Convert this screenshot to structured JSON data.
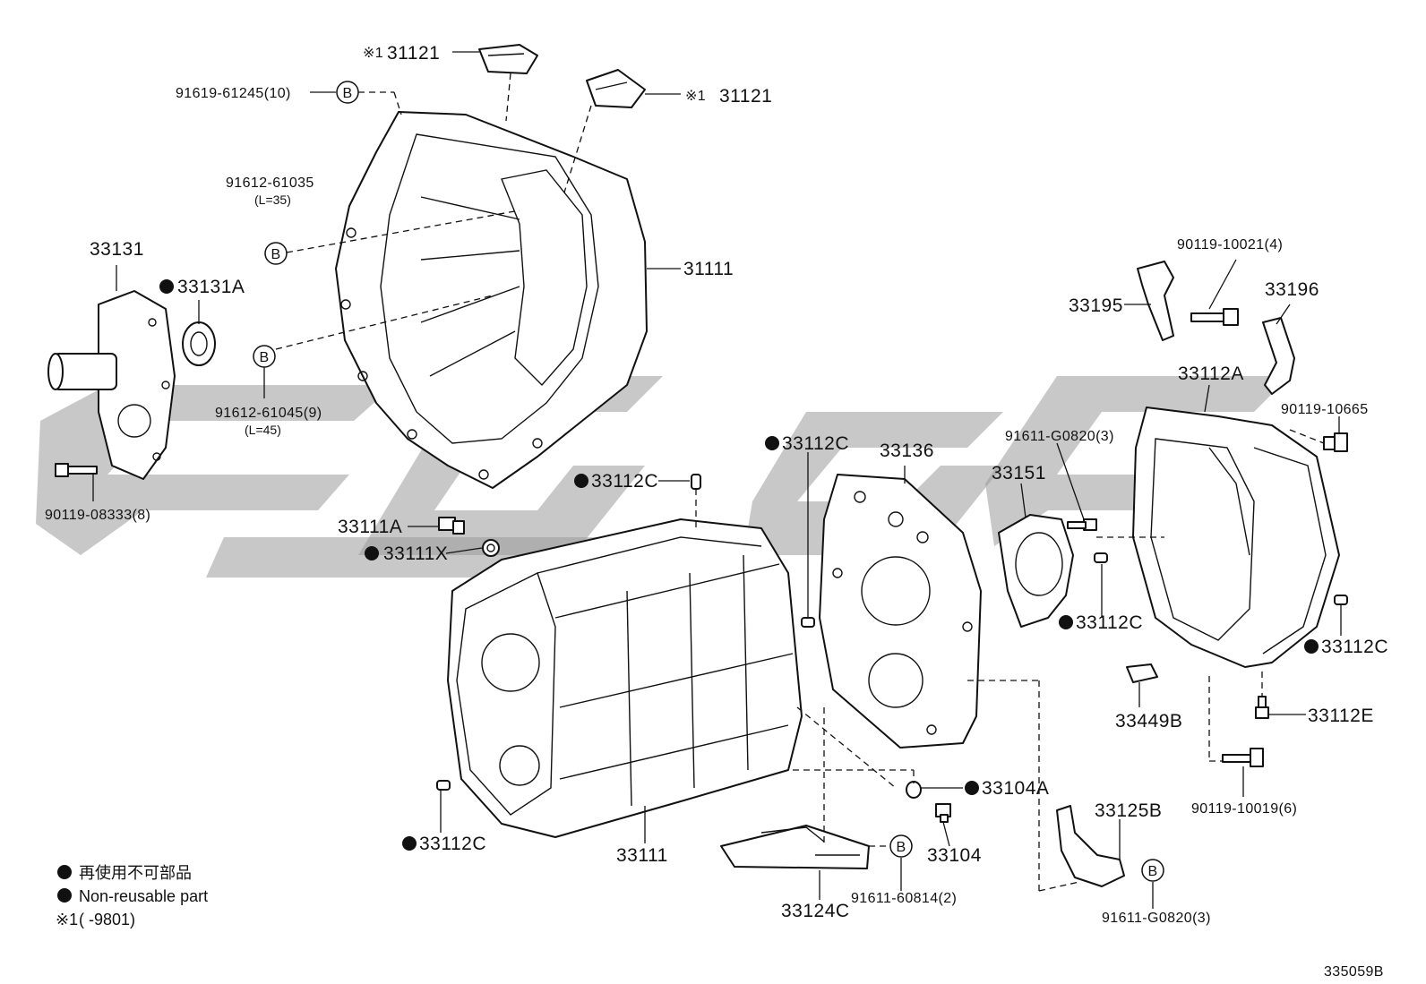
{
  "colors": {
    "watermark": "#9a9a9a",
    "ink": "#111111"
  },
  "labels": {
    "p31121_top": "31121",
    "p31121_top_mark": "※1",
    "p31121_right": "31121",
    "p31121_right_mark": "※1",
    "bolt_91619": "91619-61245(10)",
    "bolt_91612_35": "91612-61035",
    "bolt_91612_35_len": "(L=35)",
    "bolt_91612_45": "91612-61045(9)",
    "bolt_91612_45_len": "(L=45)",
    "p31111_bell": "31111",
    "p33131": "33131",
    "p33131A": "33131A",
    "bolt_90119_08333": "90119-08333(8)",
    "p33111A": "33111A",
    "p33111X": "33111X",
    "p33112C_a": "33112C",
    "p33112C_b": "33112C",
    "p33112C_c": "33112C",
    "p33112C_d": "33112C",
    "p33112C_e": "33112C",
    "p33111_case": "33111",
    "p33136": "33136",
    "p33151": "33151",
    "bolt_91611_G0820_top": "91611-G0820(3)",
    "p33195": "33195",
    "p33196": "33196",
    "bolt_90119_10021": "90119-10021(4)",
    "p33112A": "33112A",
    "bolt_90119_10665": "90119-10665",
    "p33449B": "33449B",
    "p33112E": "33112E",
    "bolt_90119_10019": "90119-10019(6)",
    "p33104A": "33104A",
    "p33104": "33104",
    "p33125B": "33125B",
    "bolt_91611_G0820_bot": "91611-G0820(3)",
    "p33124C": "33124C",
    "bolt_91611_60814": "91611-60814(2)",
    "b_marker": "B",
    "figure_code": "335059B"
  },
  "legend": {
    "line1": "再使用不可部品",
    "line2": "Non-reusable part",
    "line3_mark": "※1",
    "line3_text": "(       -9801)"
  }
}
